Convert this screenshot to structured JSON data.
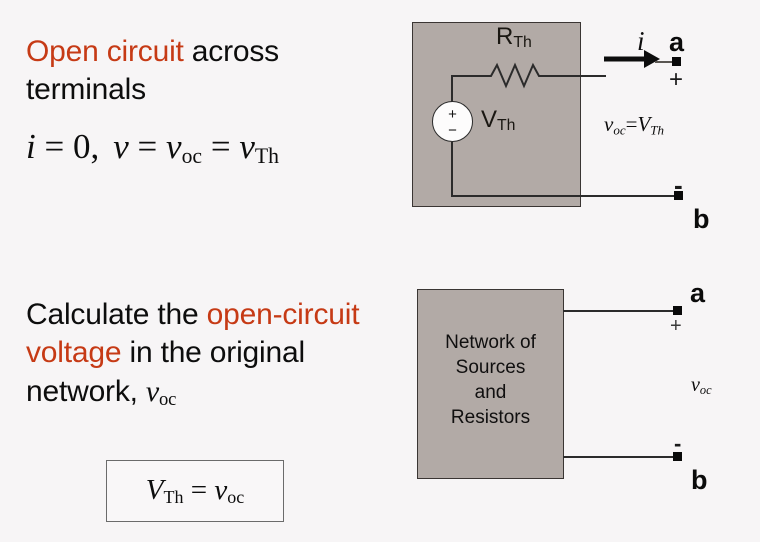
{
  "slide": {
    "background_color": "#f7f5f6",
    "accent_color": "#c63a15",
    "box_fill_color": "#b2aaa6",
    "box_border_color": "#3a3533"
  },
  "top_section": {
    "bullet": {
      "highlight": "Open circuit",
      "rest": " across terminals"
    },
    "equation": {
      "i_symbol": "i",
      "eq1": " = ",
      "zero": "0,",
      "v_symbol": "v",
      "eq2": " = ",
      "v_oc_base": "v",
      "v_oc_sub": "oc",
      "eq3": " = ",
      "v_th_base": "v",
      "v_th_sub": "Th"
    },
    "circuit": {
      "resistor_label_base": "R",
      "resistor_label_sub": "Th",
      "source_label_base": "V",
      "source_label_sub": "Th",
      "source_plus": "+",
      "source_minus": "−",
      "current_symbol": "i",
      "terminal_a": "a",
      "terminal_b": "b",
      "plus_sign": "+",
      "minus_sign": "-",
      "voc_expression": {
        "v": "v",
        "sub_oc": "oc",
        "equals": "=",
        "V": "V",
        "sub_Th": "Th"
      }
    }
  },
  "bottom_section": {
    "bullet": {
      "part1": "Calculate the ",
      "highlight1": "open-circuit voltage",
      "part2": " in the original network, ",
      "voc_base": "v",
      "voc_sub": "oc"
    },
    "formula": {
      "V": "V",
      "sub_Th": "Th",
      "equals": " = ",
      "v": "v",
      "sub_oc": "oc"
    },
    "network_box": {
      "lines": [
        "Network of",
        "Sources",
        "and",
        "Resistors"
      ]
    },
    "terminals": {
      "terminal_a": "a",
      "terminal_b": "b",
      "plus_sign": "+",
      "minus_sign": "-",
      "voc_base": "v",
      "voc_sub": "oc"
    }
  }
}
